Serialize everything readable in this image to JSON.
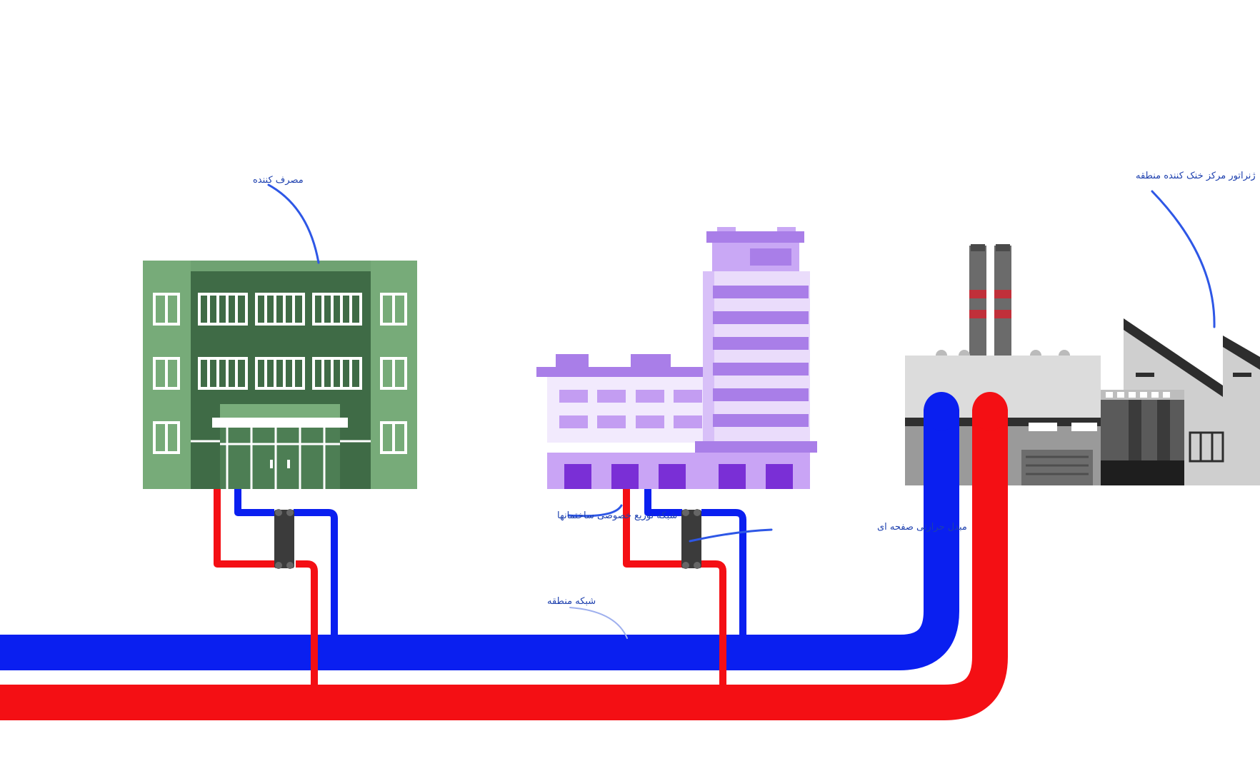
{
  "labels": {
    "consumer": "مصرف کننده",
    "generator": "ژنراتور مرکز خنک کننده منطقه",
    "private_network": "شبکه توزیع خصوصی ساختمانها",
    "heat_exchanger": "مبدل حرارتی صفحه ای",
    "district_network": "شبکه منطقه"
  },
  "colors": {
    "supply_pipe": "#f40f14",
    "return_pipe": "#0a1ff0",
    "callout_line": "#2e57e6",
    "label_text": "#1c3fae",
    "green_building": "#6fa272",
    "purple_building": "#a97ee8",
    "plant_gray": "#9a9a9a"
  },
  "icons": [
    "office-building",
    "hospital-building",
    "cooling-plant",
    "heat-exchanger"
  ]
}
